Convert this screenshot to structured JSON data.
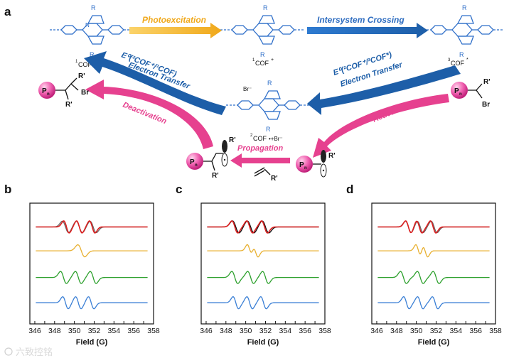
{
  "figure": {
    "panel_labels": [
      "a",
      "b",
      "c",
      "d"
    ],
    "scheme": {
      "molecules": {
        "cof1": {
          "label": "COF",
          "superscript": "1",
          "substituent": "R"
        },
        "cof1_plus": {
          "label": "COF",
          "superscript": "1",
          "charge": "+"
        },
        "cof3": {
          "label": "COF",
          "superscript": "3",
          "charge": "*"
        },
        "cof2_br": {
          "label": "COF",
          "superscript": "2",
          "suffix": "•+Br⁻",
          "counterion": "Br⁻"
        }
      },
      "arrows": {
        "photoexcitation": "Photoexcitation",
        "isc": "Intersystem Crossing",
        "et_left_line1": "E⁰(²COF⁺/¹COF)",
        "et_left_line2": "Electron Transfer",
        "et_right_line1": "E⁰(²COF⁺/³COF*)",
        "et_right_line2": "Electron Transfer",
        "deactivation": "Deactivation",
        "activation": "Activation",
        "propagation": "Propagation"
      },
      "polymer": {
        "ball": "P",
        "ball_sub": "n",
        "substituent": "R'",
        "halide": "Br"
      },
      "colors": {
        "blue": "#2d6cc0",
        "orange": "#f5b62e",
        "pink": "#e6418f",
        "ball": "#f060b0"
      }
    },
    "watermark": "六致控铭"
  },
  "chart_data": [
    {
      "type": "line",
      "panel": "b",
      "xlabel": "Field (G)",
      "xlim": [
        345.5,
        358
      ],
      "ticks": [
        346,
        347,
        348,
        349,
        350,
        351,
        352,
        353,
        354,
        355,
        356,
        357,
        358
      ],
      "series": [
        {
          "color": "#666666",
          "role": "experimental",
          "lines": [
            349.1,
            350.5,
            351.9
          ],
          "width": 0.32,
          "amp": 0.95,
          "offset": 3.15
        },
        {
          "color": "#dd2020",
          "role": "simulated",
          "lines": [
            349.2,
            350.5,
            351.8
          ],
          "width": 0.28,
          "amp": 1.0,
          "offset": 3.15
        },
        {
          "color": "#e8b030",
          "role": "component",
          "lines": [
            350.7
          ],
          "width": 0.35,
          "amp": 1.0,
          "offset": 2.3
        },
        {
          "color": "#2ca02c",
          "role": "component",
          "lines": [
            348.9,
            350.4,
            351.9
          ],
          "width": 0.3,
          "amp": 1.0,
          "offset": 1.35
        },
        {
          "color": "#3a7fd5",
          "role": "component",
          "lines": [
            349.1,
            350.4,
            351.7
          ],
          "width": 0.28,
          "amp": 1.0,
          "offset": 0.45
        }
      ]
    },
    {
      "type": "line",
      "panel": "c",
      "xlabel": "Field (G)",
      "xlim": [
        345.5,
        358
      ],
      "ticks": [
        346,
        347,
        348,
        349,
        350,
        351,
        352,
        353,
        354,
        355,
        356,
        357,
        358
      ],
      "series": [
        {
          "color": "#111111",
          "role": "experimental",
          "lines": [
            349.0,
            350.5,
            352.0
          ],
          "width": 0.34,
          "amp": 1.0,
          "offset": 3.15
        },
        {
          "color": "#dd2020",
          "role": "simulated",
          "lines": [
            348.9,
            350.4,
            351.9
          ],
          "width": 0.3,
          "amp": 1.0,
          "offset": 3.15
        },
        {
          "color": "#e8b030",
          "role": "component",
          "lines": [
            350.4,
            351.0
          ],
          "width": 0.25,
          "amp": 1.0,
          "offset": 2.3
        },
        {
          "color": "#2ca02c",
          "role": "component",
          "lines": [
            348.9,
            350.5,
            352.0
          ],
          "width": 0.3,
          "amp": 1.0,
          "offset": 1.35
        },
        {
          "color": "#3a7fd5",
          "role": "component",
          "lines": [
            349.0,
            350.4,
            351.8
          ],
          "width": 0.28,
          "amp": 1.0,
          "offset": 0.45
        }
      ]
    },
    {
      "type": "line",
      "panel": "d",
      "xlabel": "Field (G)",
      "xlim": [
        345.5,
        358
      ],
      "ticks": [
        346,
        347,
        348,
        349,
        350,
        351,
        352,
        353,
        354,
        355,
        356,
        357,
        358
      ],
      "series": [
        {
          "color": "#666666",
          "role": "experimental",
          "lines": [
            349.2,
            350.4,
            351.8
          ],
          "width": 0.3,
          "amp": 0.95,
          "offset": 3.15
        },
        {
          "color": "#dd2020",
          "role": "simulated",
          "lines": [
            349.2,
            350.3,
            351.7
          ],
          "width": 0.28,
          "amp": 1.0,
          "offset": 3.15
        },
        {
          "color": "#e8b030",
          "role": "component",
          "lines": [
            350.2,
            350.9
          ],
          "width": 0.25,
          "amp": 1.0,
          "offset": 2.3
        },
        {
          "color": "#2ca02c",
          "role": "component",
          "lines": [
            348.7,
            350.4,
            352.0
          ],
          "width": 0.3,
          "amp": 1.0,
          "offset": 1.35
        },
        {
          "color": "#3a7fd5",
          "role": "component",
          "lines": [
            349.0,
            350.4,
            351.9
          ],
          "width": 0.28,
          "amp": 1.0,
          "offset": 0.45
        }
      ]
    }
  ]
}
